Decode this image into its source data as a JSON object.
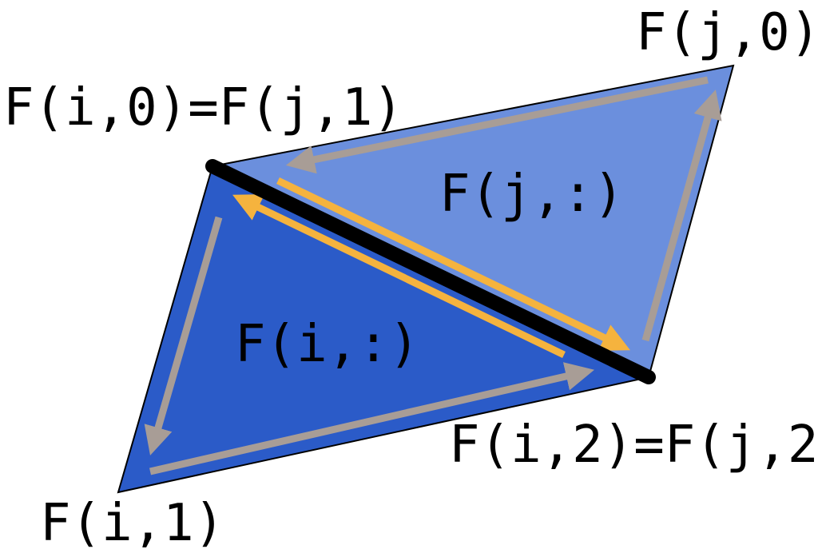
{
  "labels": {
    "vertex_j0": "F(j,0)",
    "vertex_shared_top": "F(i,0)=F(j,1)",
    "face_j": "F(j,:)",
    "face_i": "F(i,:)",
    "vertex_shared_bottom": "F(i,2)=F(j,2)",
    "vertex_i1": "F(i,1)"
  },
  "colors": {
    "face_i_fill": "#2b5bc8",
    "face_j_fill": "#6b8fdd",
    "shared_edge": "#000000",
    "shared_edge_arrows": "#f5b33e",
    "perimeter_arrows": "#a89d96"
  }
}
